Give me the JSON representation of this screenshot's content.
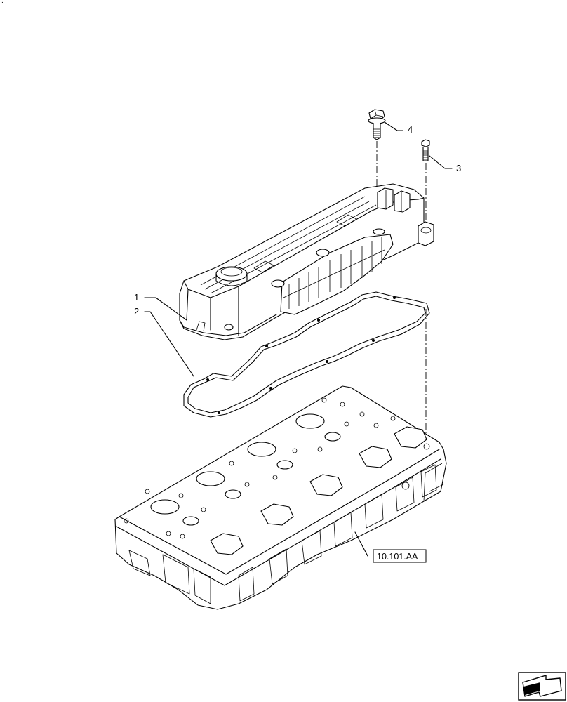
{
  "corner_mark": ".",
  "callouts": {
    "c1": "1",
    "c2": "2",
    "c3": "3",
    "c4": "4"
  },
  "reference_box": "10.101.AA",
  "icons": {
    "nav": "next-page-arrow-icon"
  }
}
